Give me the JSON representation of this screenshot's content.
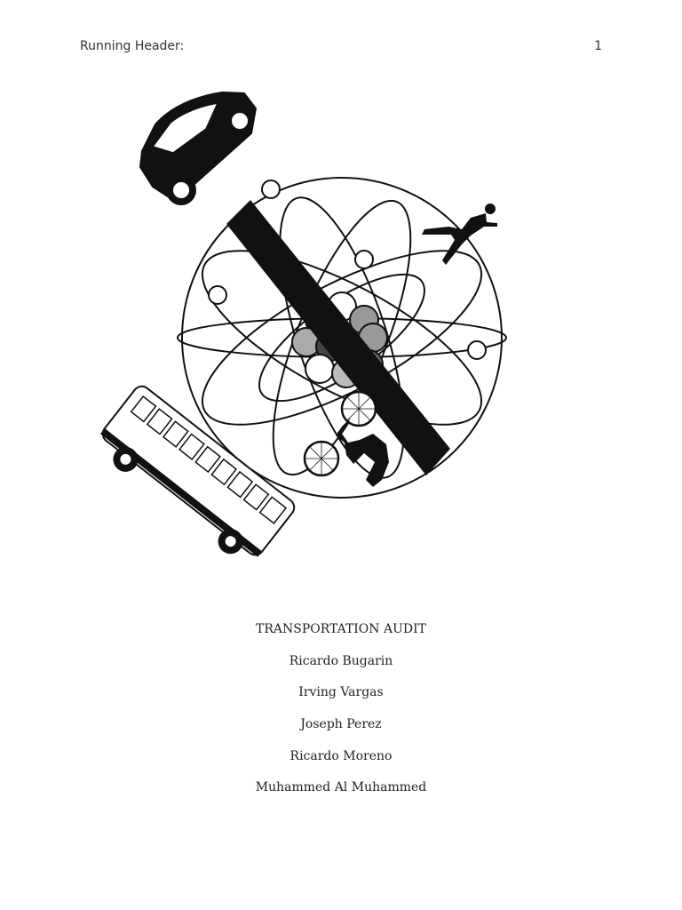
{
  "header": {
    "running_header": "Running Header:",
    "page_number": "1"
  },
  "illustration": {
    "icons": [
      "car-icon",
      "atom-icon",
      "running-person-icon",
      "school-bus-icon",
      "bicycle-icon",
      "prohibition-stripe"
    ]
  },
  "title_page": {
    "title": "TRANSPORTATION AUDIT",
    "authors": [
      "Ricardo Bugarin",
      "Irving Vargas",
      "Joseph Perez",
      "Ricardo Moreno",
      "Muhammed Al Muhammed"
    ]
  }
}
